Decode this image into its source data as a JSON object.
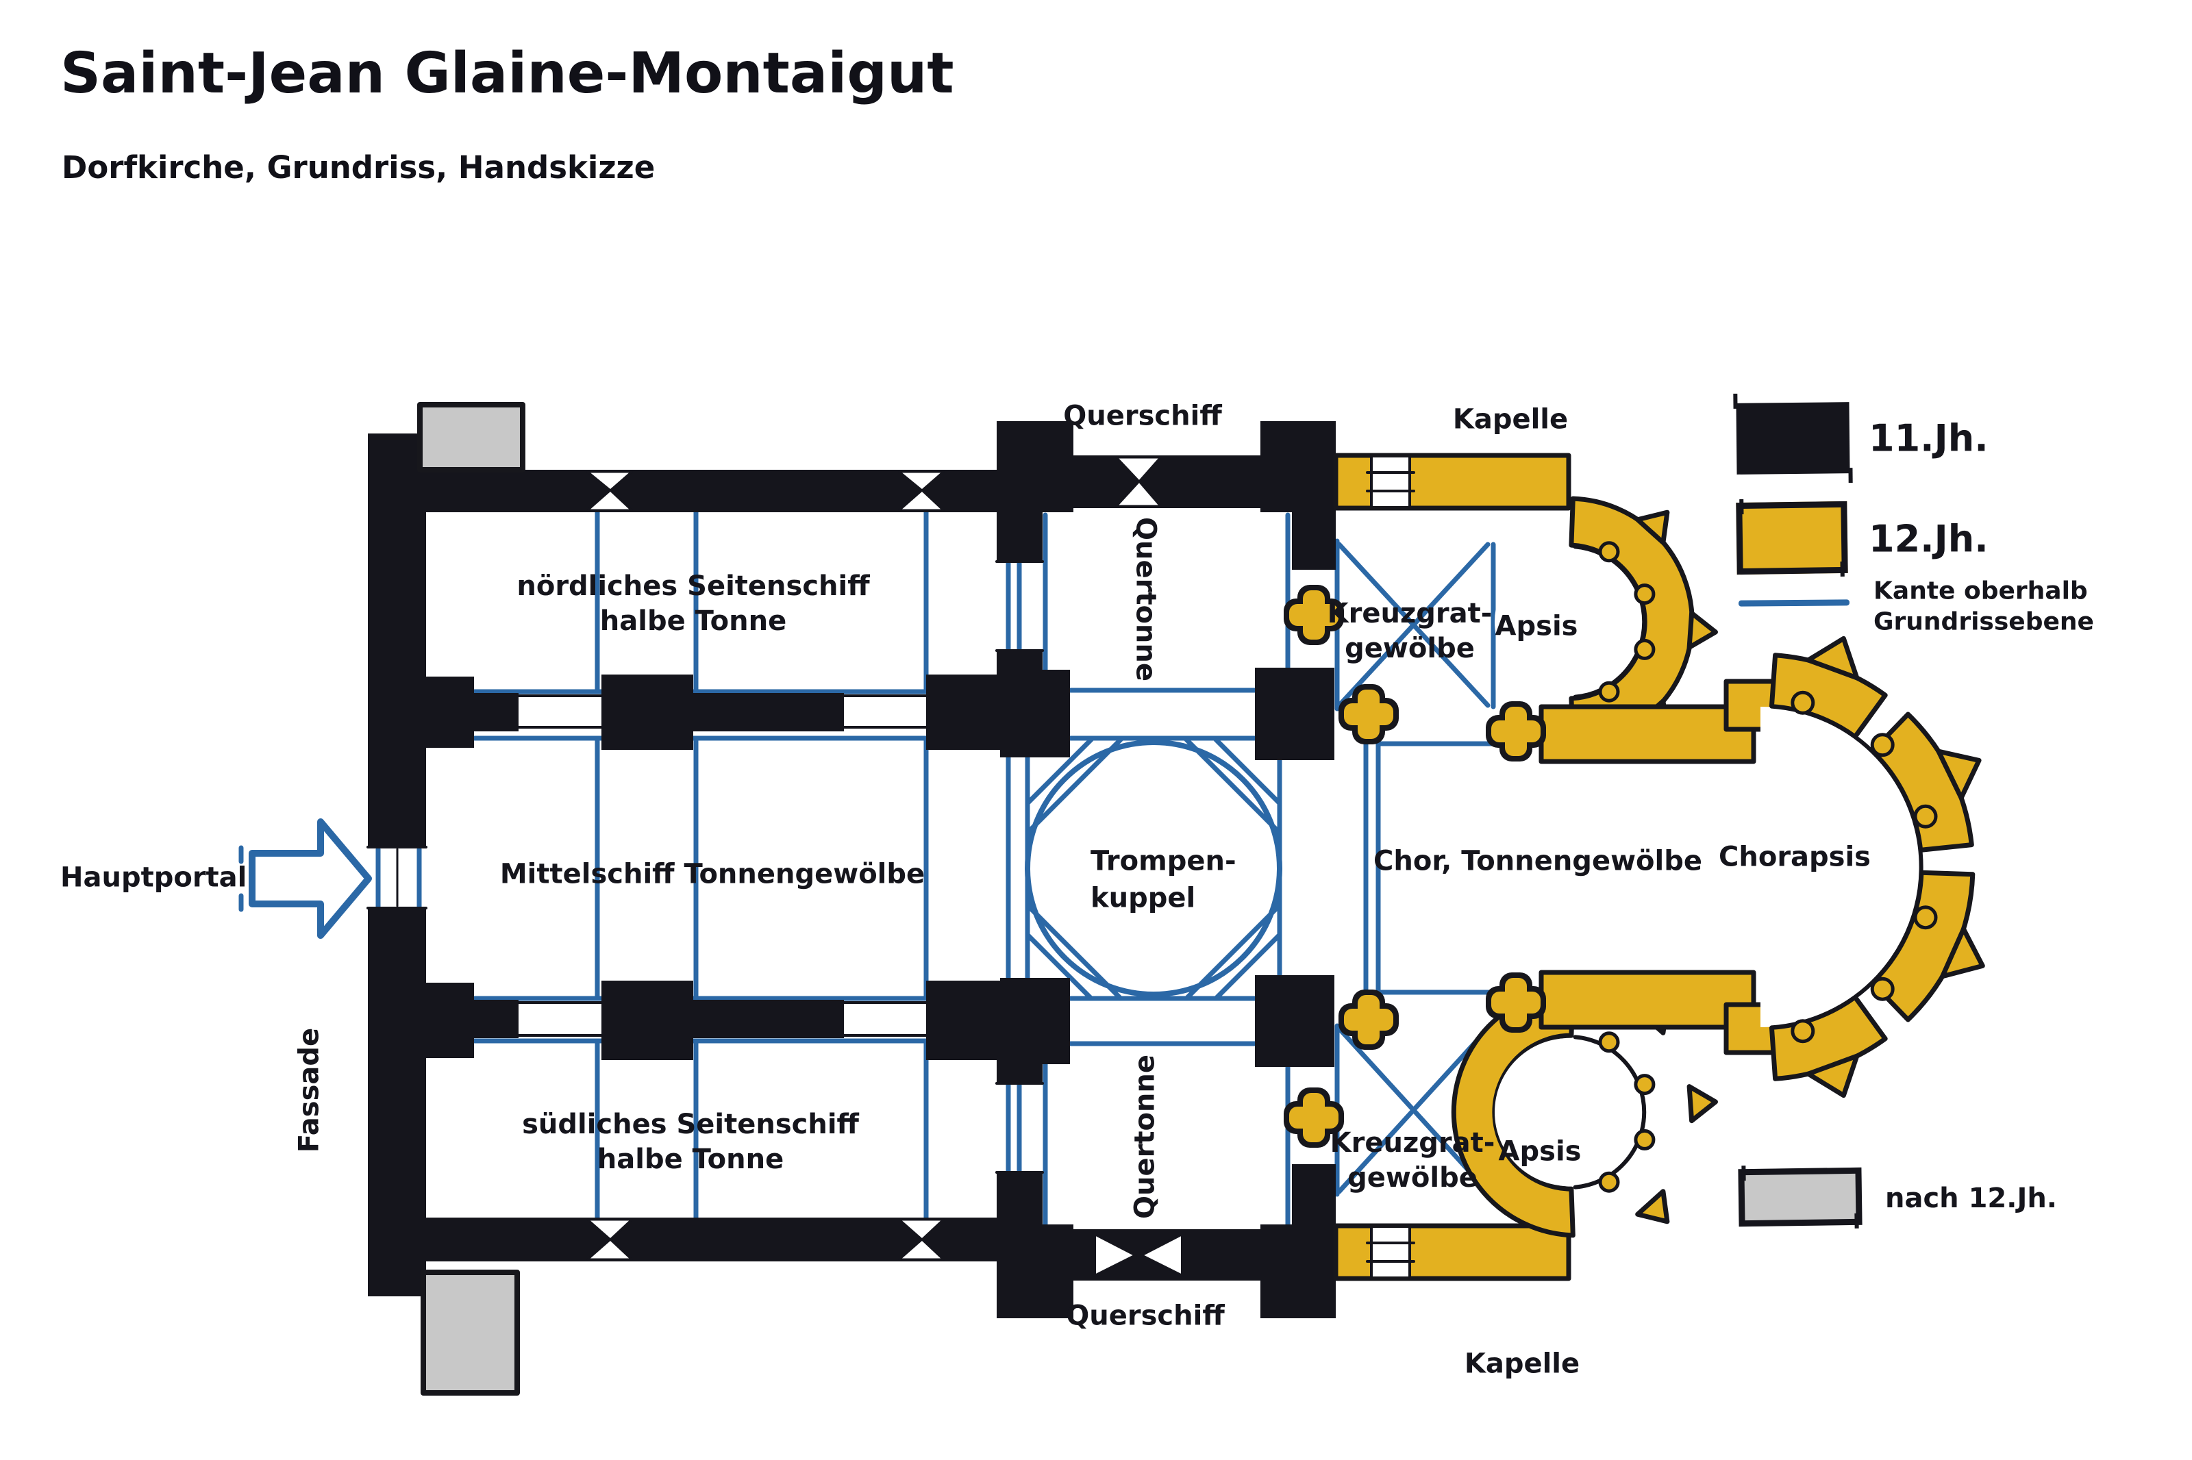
{
  "header": {
    "title": "Saint-Jean Glaine-Montaigut",
    "subtitle": "Dorfkirche, Grundriss, Handskizze"
  },
  "colors": {
    "century11_black": "#15151c",
    "century12_yellow": "#e3b120",
    "after12_gray": "#c8c8c8",
    "edge_blue": "#2b68a6"
  },
  "legend": {
    "jh11": "11.Jh.",
    "jh12": "12.Jh.",
    "edge_line1": "Kante oberhalb",
    "edge_line2": "Grundrissebene",
    "after12": "nach 12.Jh."
  },
  "plan_labels": {
    "querschiff_top": "Querschiff",
    "kapelle_top": "Kapelle",
    "north_aisle_1": "nördliches Seitenschiff",
    "north_aisle_2": "halbe Tonne",
    "quertonne_north": "Quertonne",
    "kreuzgrat_n1": "Kreuzgrat-",
    "kreuzgrat_n2": "gewölbe",
    "apsis_north": "Apsis",
    "hauptportal": "Hauptportal",
    "mittelschiff": "Mittelschiff Tonnengewölbe",
    "trompen_1": "Trompen-",
    "trompen_2": "kuppel",
    "chor": "Chor, Tonnengewölbe",
    "chorapsis": "Chorapsis",
    "fassade": "Fassade",
    "south_aisle_1": "südliches Seitenschiff",
    "south_aisle_2": "halbe Tonne",
    "quertonne_south": "Quertonne",
    "kreuzgrat_s1": "Kreuzgrat-",
    "kreuzgrat_s2": "gewölbe",
    "apsis_south": "Apsis",
    "querschiff_bottom": "Querschiff",
    "kapelle_bottom": "Kapelle"
  }
}
